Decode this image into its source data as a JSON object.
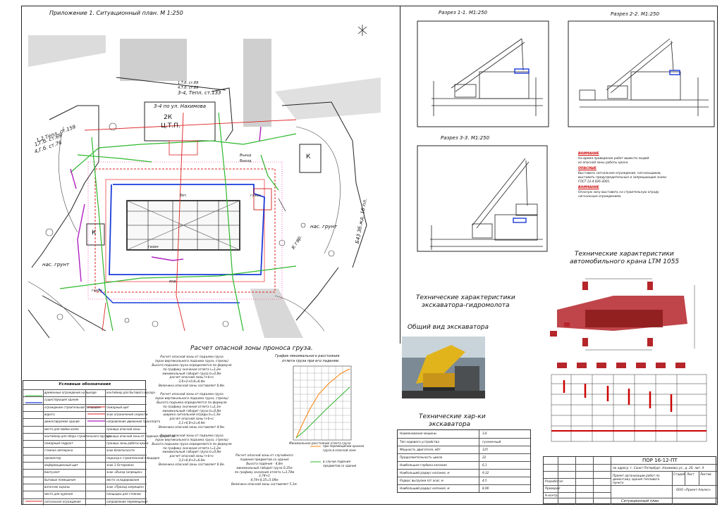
{
  "appendix_title": "Приложение 1. Ситуационный план. М 1:250",
  "plan_labels": {
    "street": "3-4 по ул. Нахимова",
    "ctp_num": "2К",
    "ctp_name": "Ц.Т.П.",
    "label_tp1": "1,Т.б. ст.89",
    "label_tp2": "4,Т.б. ст.89",
    "label_tp3": "3-4, Тепл. ст.133",
    "label_left1": "1,2 Тепл. ст.159",
    "label_left2": "1,Г.б. ст.69",
    "label_left3": "4,Г.б. ст.76",
    "label_right1": "Въезд",
    "label_right2": "Выезд",
    "label_gazon": "газон",
    "label_nas_grunt": "нас. грунт",
    "label_k": "К",
    "label_kgar": "К гар.",
    "label_bet": "бет.",
    "label_vod": "вод.",
    "label_side": "Б43 Зб.жд. 1б пл."
  },
  "sections": {
    "s1_title": "Разрез 1-1. М1:250",
    "s2_title": "Разрез 2-2. М1:250",
    "s3_title": "Разрез 3-3. М1:250"
  },
  "notes": {
    "h1": "ВНИМАНИЕ",
    "t1a": "На время проведения работ вывести людей",
    "t1b": "из опасной зоны работы крана.",
    "h2": "ОПАСНЫЕ",
    "t2a": "Выставить сигнальное ограждение, сигнальщиков,",
    "t2b": "выставить предупредительные и запрещающие знаки",
    "t2c": "ГОСТ 12.4.026-2001.",
    "h3": "ВНИМАНИЕ",
    "t3a": "Опасную зону выставить на строительную ограду",
    "t3b": "сигнальным ограждением."
  },
  "crane_title1": "Технические характеристики",
  "crane_title2": "автомобильного крана LTM 1055",
  "excavator_title1": "Технические характеристики",
  "excavator_title2": "экскаватора-гидромолота",
  "excavator_view": "Общий вид экскаватора",
  "excavator_specs_title1": "Технические хар-ки",
  "excavator_specs_title2": "экскаватора",
  "excavator_specs": [
    {
      "name": "Наименование машины",
      "value": "3,6"
    },
    {
      "name": "Тип ходового устройства",
      "value": "гусеничный"
    },
    {
      "name": "Мощность двигателя, кВт",
      "value": "125"
    },
    {
      "name": "Продолжительность цикла",
      "value": "22"
    },
    {
      "name": "Наибольшая глубина копания",
      "value": "6,1"
    },
    {
      "name": "Наибольший радиус копания, м",
      "value": "9,32"
    },
    {
      "name": "Радиус выгрузки (от оси), м",
      "value": "4,5"
    },
    {
      "name": "Наибольший радиус копания, м",
      "value": "8,90"
    }
  ],
  "calc_title": "Расчет опасной зоны проноса груза.",
  "calc_col1": [
    "Расчет опасной зоны от подъема груза",
    "(кран вертикального подъема груза, стрелы)",
    "Высота подъема груза определяется по формуле",
    "по графику значения отлета l=3,2м",
    "минимальный габарит груза b=0,8м",
    "расчет опасной зоны    l+b+c",
    "3,6+2+0,8=6,4м",
    "Величина опасной зоны составляет 6,4м.",
    "",
    "Расчет опасной зоны от подъема груза",
    "(кран вертикального подъема груза, стрелы)",
    "Высота подъема определяется по формуле",
    "по графику значения отлета l=2,1м",
    "минимальный габарит груза b=0,8м",
    "ширина сигнальной ограды b=1,3м",
    "расчет опасной зоны    l+b+c",
    "2,1+0,8+2=4,9м",
    "Величина опасной зоны составляет 4,9м.",
    "",
    "Расчет опасной зоны от подъема груза",
    "(кран вертикального подъема груза, стрелы)",
    "Высота подъема груза определяется по формуле",
    "по графику значения отлета l=3,2м",
    "минимальный габарит груза b=0,8м",
    "расчет опасной зоны    l+b+c",
    "3,2+0,8+2=6,0м",
    "Величина опасной зоны составляет 6,0м."
  ],
  "calc_col2": [
    "Расчет опасной зоны от случайного",
    "падения предметов со здания",
    "Высота падения - 4,8м",
    "минимальный габарит груза 0,35м",
    "по графику значения отлета l=3,74м",
    "3,74+1",
    "4,74+0,35=5,09м",
    "Величина опасной зоны составляет 5,1м."
  ],
  "graph_title1": "График минимального расстояния",
  "graph_title2": "отлета груза при его падении",
  "graph_legend": [
    "Минимальное расстояние отлета груза",
    "при перемещении краном",
    "груза в опасной зоне",
    "в случае падения",
    "предметов со здания"
  ],
  "legend_title": "Условные обозначения",
  "legend_rows": [
    {
      "a": "временные ограждения на выезде",
      "b": "контейнер для бытового мусора"
    },
    {
      "a": "существующее здание",
      "b": ""
    },
    {
      "a": "ограждение строительной площадки",
      "b": "пожарный щит"
    },
    {
      "a": "ворота",
      "b": "знак ограничения скорости"
    },
    {
      "a": "демонтируемое здание",
      "b": "направление движения транспорта"
    },
    {
      "a": "место для мойки колес",
      "b": "граница опасной зоны"
    },
    {
      "a": "контейнер для сбора строительного мусора",
      "b": "граница опасной зоны от падения предметов"
    },
    {
      "a": "пожарный гидрант",
      "b": "граница зоны работы крана"
    },
    {
      "a": "стоянка автокрана",
      "b": "знак безопасности"
    },
    {
      "a": "прожектор",
      "b": "подъезд к строительной площадке"
    },
    {
      "a": "информационный щит",
      "b": "знак 1-Осторожно"
    },
    {
      "a": "биотуалет",
      "b": "знак «Въезд запрещен»"
    },
    {
      "a": "бытовые помещения",
      "b": "место складирования"
    },
    {
      "a": "вагончик охраны",
      "b": "знак «Проход запрещен»"
    },
    {
      "a": "место для курения",
      "b": "площадка для стоянки"
    },
    {
      "a": "сигнальное ограждение",
      "b": "направление перемещения"
    }
  ],
  "stamp": {
    "code": "ПОР 16-12-ПТ",
    "address": "по адресу: г. Санкт-Петербург, Нахимова ул., д. 20, лит. А",
    "work": "Проект организации работ по демонтажу здания теплового пункта",
    "sheet_name": "Ситуационный план",
    "company": "ООО «Проект-Альянс»",
    "stage": "Стадия",
    "sheet": "Лист",
    "sheets": "Листов",
    "r1": "Разработал",
    "r2": "Проверил",
    "r3": "Н.контр."
  }
}
